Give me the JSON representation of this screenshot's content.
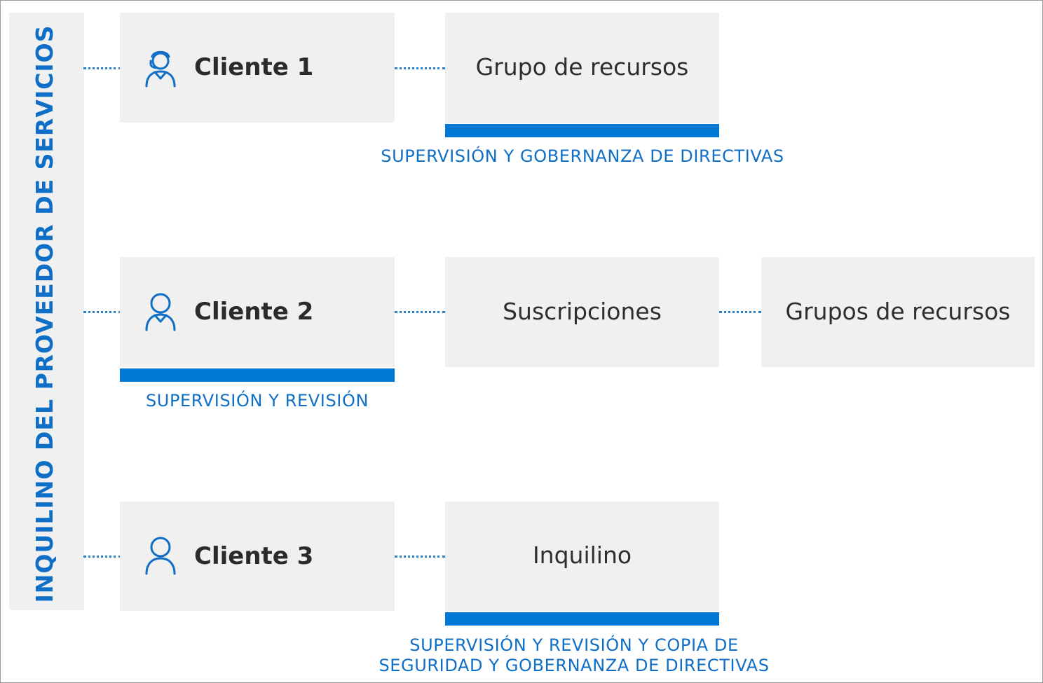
{
  "provider_tenant_label": "INQUILINO DEL PROVEEDOR DE SERVICIOS",
  "colors": {
    "accent": "#0078d4",
    "caption_blue": "#0f6fc6",
    "box_bg": "#f0f0f0",
    "text_dark": "#2b2b2b"
  },
  "customers": [
    {
      "label": "Cliente 1",
      "icon": "user-headset-icon",
      "scope": "Grupo de recursos",
      "caption": "SUPERVISIÓN Y GOBERNANZA DE DIRECTIVAS"
    },
    {
      "label": "Cliente 2",
      "icon": "user-icon",
      "scope": "Suscripciones",
      "scope_child": "Grupos de recursos",
      "caption": "SUPERVISIÓN Y REVISIÓN"
    },
    {
      "label": "Cliente 3",
      "icon": "user-icon",
      "scope": "Inquilino",
      "caption_lines": [
        "SUPERVISIÓN Y REVISIÓN Y COPIA DE",
        "SEGURIDAD Y GOBERNANZA DE DIRECTIVAS"
      ]
    }
  ]
}
